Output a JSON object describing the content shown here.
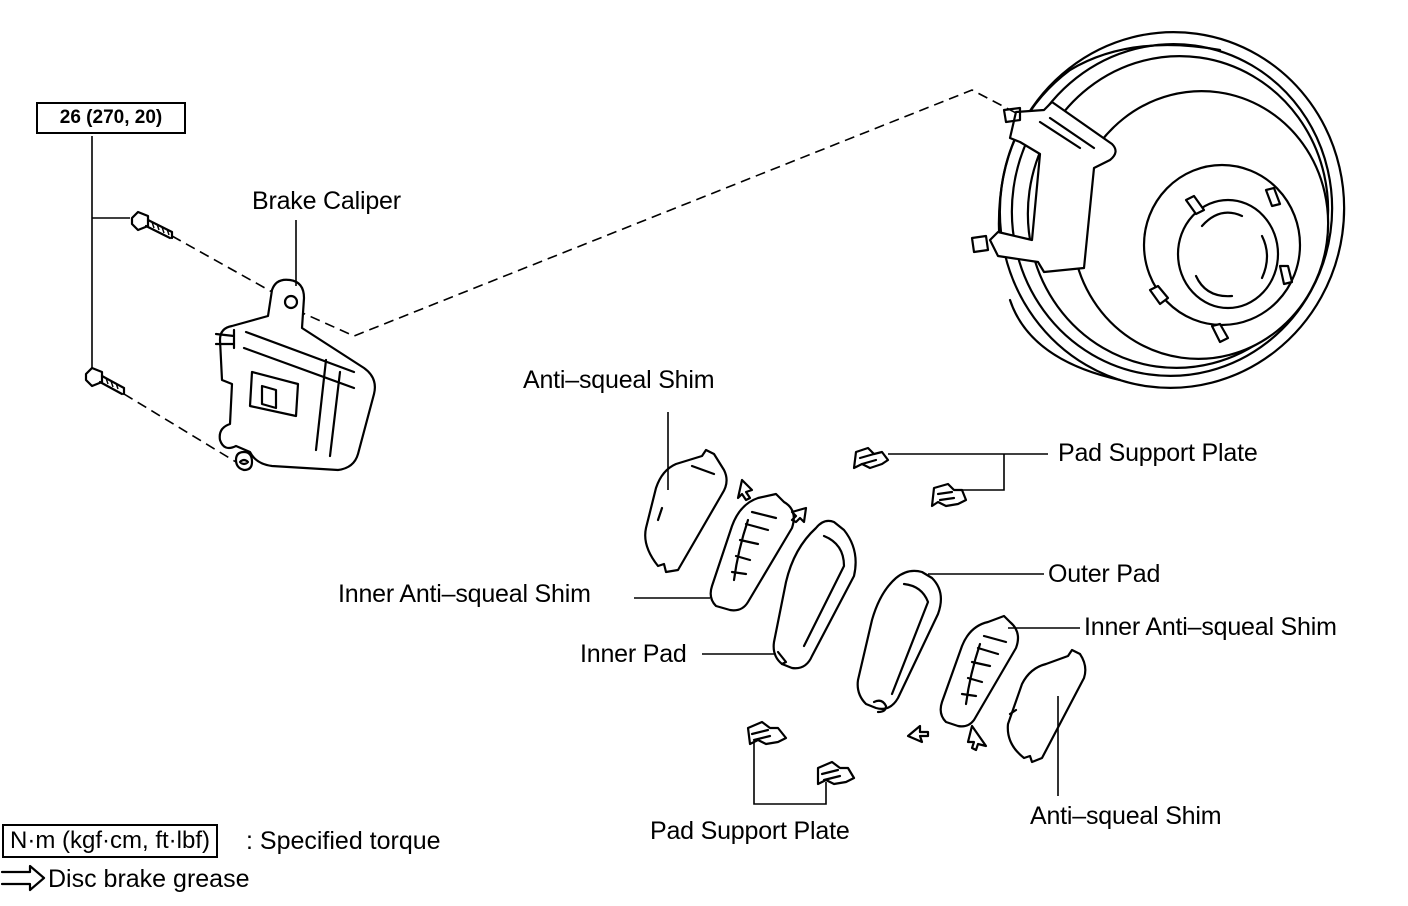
{
  "torque_spec": "26 (270, 20)",
  "labels": {
    "brake_caliper": "Brake Caliper",
    "anti_squeal_shim_upper": "Anti–squeal Shim",
    "pad_support_plate_upper": "Pad Support Plate",
    "outer_pad": "Outer Pad",
    "inner_anti_squeal_shim_left": "Inner Anti–squeal Shim",
    "inner_anti_squeal_shim_right": "Inner Anti–squeal Shim",
    "inner_pad": "Inner Pad",
    "anti_squeal_shim_lower": "Anti–squeal Shim",
    "pad_support_plate_lower": "Pad Support Plate"
  },
  "legend": {
    "torque_unit": "N·m (kgf·cm, ft·lbf)",
    "torque_desc": ": Specified torque",
    "grease_desc": "Disc brake grease"
  }
}
